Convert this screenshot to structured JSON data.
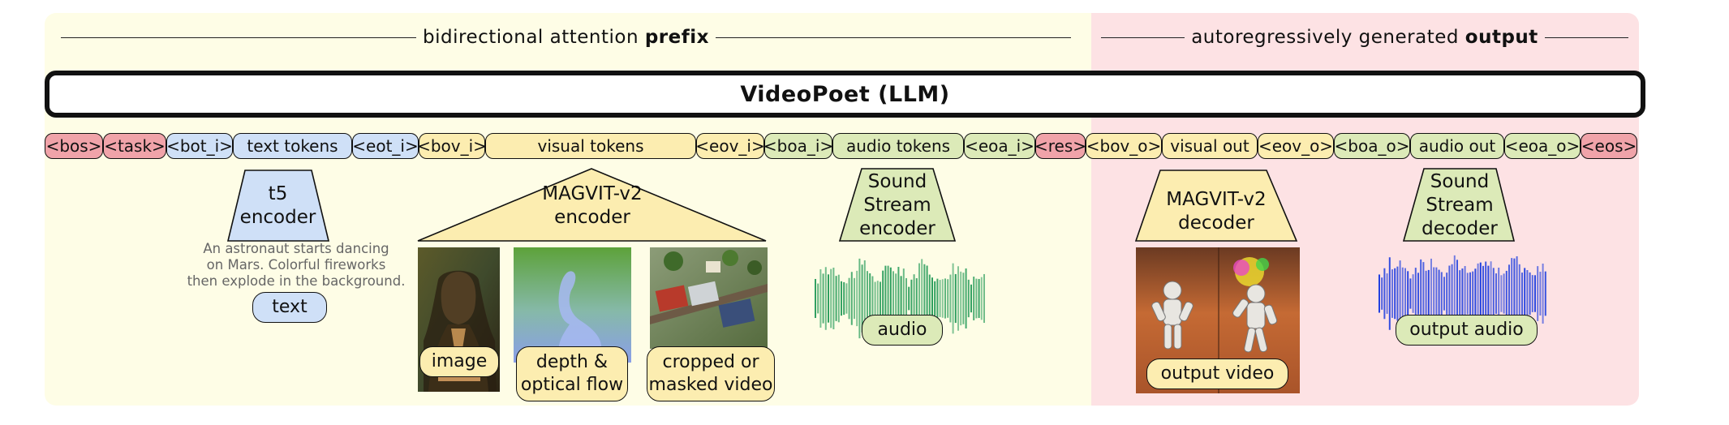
{
  "banner": {
    "prefix_normal": "bidirectional attention",
    "prefix_bold": "prefix",
    "output_normal": "autoregressively generated",
    "output_bold": "output"
  },
  "llm": {
    "label": "VideoPoet  (LLM)"
  },
  "tokens": [
    {
      "label": "<bos>",
      "color": "#f0a3a9"
    },
    {
      "label": "<task>",
      "color": "#f0a3a9"
    },
    {
      "label": "<bot_i>",
      "color": "#cfe0f7"
    },
    {
      "label": "text tokens",
      "color": "#cfe0f7"
    },
    {
      "label": "<eot_i>",
      "color": "#cfe0f7"
    },
    {
      "label": "<bov_i>",
      "color": "#fcedb0"
    },
    {
      "label": "visual tokens",
      "color": "#fcedb0"
    },
    {
      "label": "<eov_i>",
      "color": "#fcedb0"
    },
    {
      "label": "<boa_i>",
      "color": "#dceab8"
    },
    {
      "label": "audio tokens",
      "color": "#dceab8"
    },
    {
      "label": "<eoa_i>",
      "color": "#dceab8"
    },
    {
      "label": "<res>",
      "color": "#f0a3a9"
    },
    {
      "label": "<bov_o>",
      "color": "#fcedb0"
    },
    {
      "label": "visual out",
      "color": "#fcedb0"
    },
    {
      "label": "<eov_o>",
      "color": "#fcedb0"
    },
    {
      "label": "<boa_o>",
      "color": "#dceab8"
    },
    {
      "label": "audio out",
      "color": "#dceab8"
    },
    {
      "label": "<eoa_o>",
      "color": "#dceab8"
    },
    {
      "label": "<eos>",
      "color": "#f0a3a9"
    }
  ],
  "encoders": {
    "t5": {
      "line1": "t5",
      "line2": "encoder"
    },
    "magvit_enc": {
      "line1": "MAGVIT-v2",
      "line2": "encoder"
    },
    "sound_enc": {
      "line1": "Sound",
      "line2": "Stream",
      "line3": "encoder"
    },
    "magvit_dec": {
      "line1": "MAGVIT-v2",
      "line2": "decoder"
    },
    "sound_dec": {
      "line1": "Sound",
      "line2": "Stream",
      "line3": "decoder"
    }
  },
  "text_input": {
    "caption_line1": "An astronaut starts dancing",
    "caption_line2": "on Mars. Colorful fireworks",
    "caption_line3": "then explode in the background.",
    "label": "text"
  },
  "visual_inputs": {
    "image_label": "image",
    "depth_line1": "depth &",
    "depth_line2": "optical flow",
    "cropped_line1": "cropped or",
    "cropped_line2": "masked video"
  },
  "audio_input": {
    "label": "audio"
  },
  "outputs": {
    "video_label": "output video",
    "audio_label": "output audio"
  },
  "colors": {
    "prefix_bg": "#fefde6",
    "output_bg": "#fde2e4",
    "special_token": "#f0a3a9",
    "text_token": "#cfe0f7",
    "visual_token": "#fcedb0",
    "audio_token": "#dceab8",
    "audio_wave_in": "#2a9d5c",
    "audio_wave_out": "#1f3fe0"
  }
}
